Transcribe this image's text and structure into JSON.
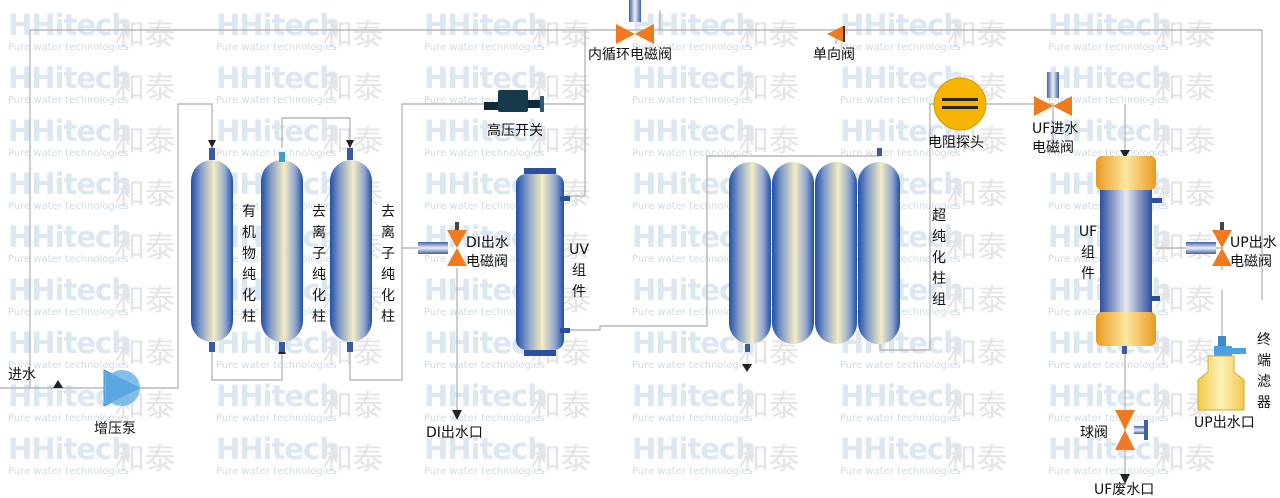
{
  "watermark": {
    "brand_en": "HHitech",
    "brand_zh": "和泰",
    "tagline": "Pure water technologies"
  },
  "labels": {
    "inlet": "进水",
    "booster_pump": "增压泵",
    "organic_column": "有机物纯化柱",
    "deion_column_1": "去离子纯化柱",
    "deion_column_2": "去离子纯化柱",
    "high_pressure_switch": "高压开关",
    "di_valve_line1": "DI出水",
    "di_valve_line2": "电磁阀",
    "uv_unit": "UV组件",
    "di_outlet": "DI出水口",
    "recirc_valve": "内循环电磁阀",
    "check_valve": "单向阀",
    "resistivity_probe": "电阻探头",
    "ultrapure_column": "超纯化柱组",
    "uf_valve_line1": "UF进水",
    "uf_valve_line2": "电磁阀",
    "uf_unit": "UF组件",
    "up_valve_line1": "UP出水",
    "up_valve_line2": "电磁阀",
    "terminal_filter": "终端滤器",
    "up_outlet": "UP出水口",
    "ball_valve": "球阀",
    "uf_waste_outlet": "UF废水口"
  },
  "colors": {
    "pipe": "#b8b8b8",
    "valve": "#f07a1e",
    "pump": "#6cb4e8",
    "column_blue": "#1f4fa8",
    "column_cream": "#f4ecc4",
    "probe_yellow": "#f5b400",
    "uf_cap": "#f7c04a",
    "switch_body": "#163a4c",
    "watermark_blue": "#dbe7f2",
    "watermark_gray": "#e4e4e4"
  }
}
